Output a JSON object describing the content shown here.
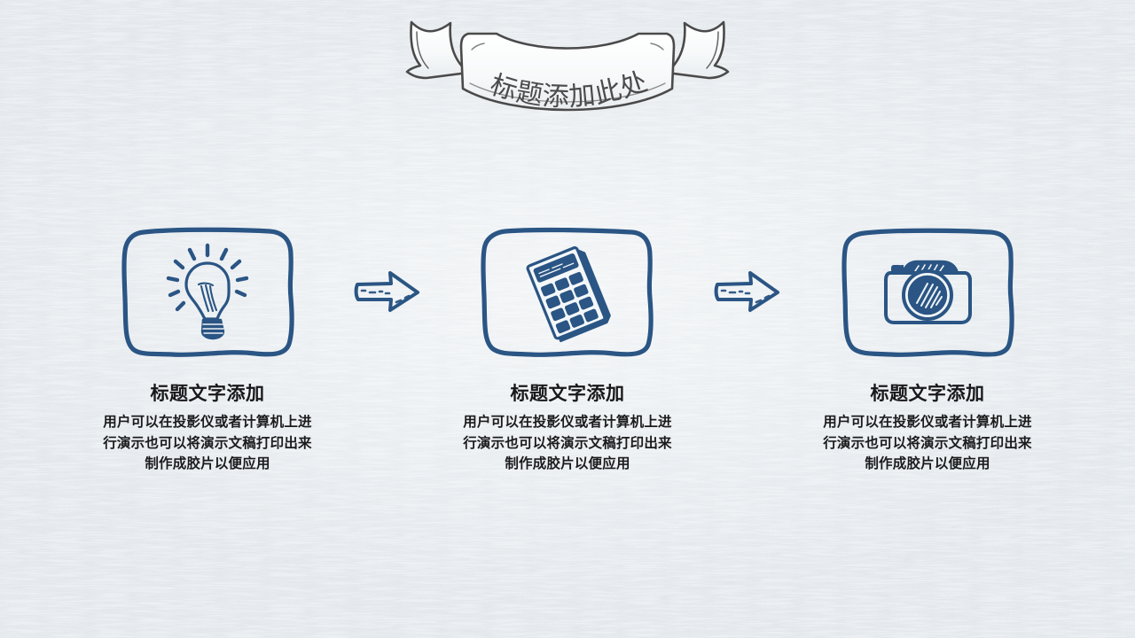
{
  "slide": {
    "background_color": "#edf1f4",
    "accent_color": "#2a5584",
    "ink_color": "#474747",
    "title_color": "#19191b"
  },
  "banner": {
    "name": "ribbon-banner",
    "title": "标题添加此处"
  },
  "columns": [
    {
      "icon": "lightbulb-icon",
      "title": "标题文字添加",
      "body_lines": [
        "用户可以在投影仪或者计算机上进",
        "行演示也可以将演示文稿打印出来",
        "制作成胶片以便应用"
      ]
    },
    {
      "icon": "calculator-icon",
      "title": "标题文字添加",
      "body_lines": [
        "用户可以在投影仪或者计算机上进",
        "行演示也可以将演示文稿打印出来",
        "制作成胶片以便应用"
      ]
    },
    {
      "icon": "camera-icon",
      "title": "标题文字添加",
      "body_lines": [
        "用户可以在投影仪或者计算机上进",
        "行演示也可以将演示文稿打印出来",
        "制作成胶片以便应用"
      ]
    }
  ],
  "arrows": [
    {
      "name": "arrow-right-1",
      "direction": "right"
    },
    {
      "name": "arrow-right-2",
      "direction": "right"
    }
  ]
}
